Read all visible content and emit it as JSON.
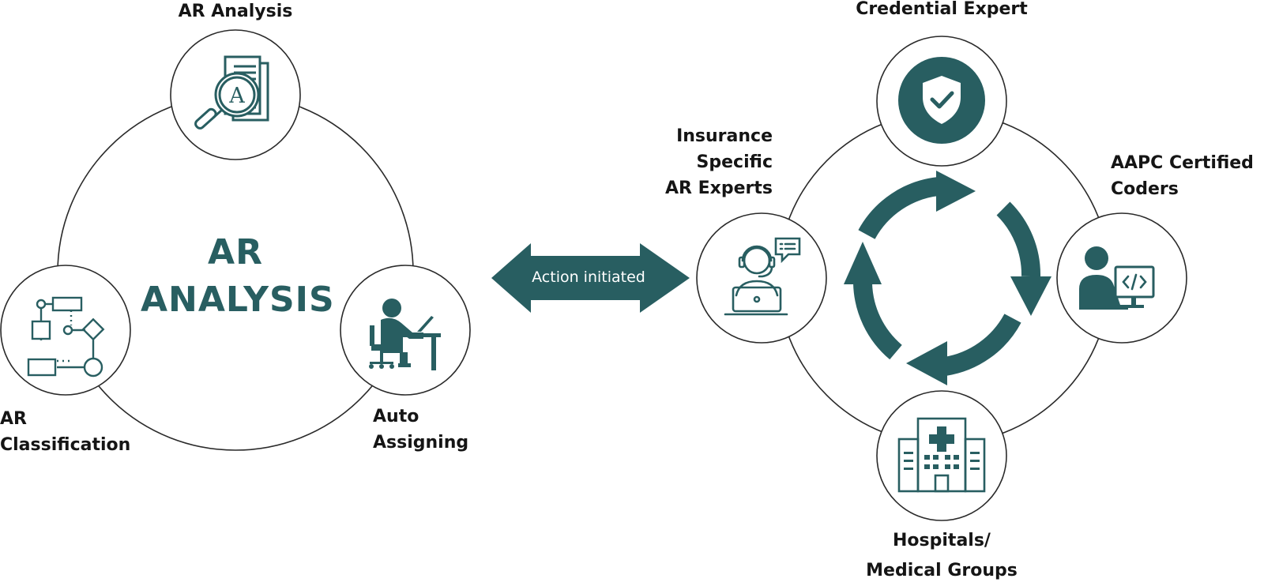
{
  "colors": {
    "accent": "#285e61",
    "stroke": "#2a2a2a"
  },
  "left_cycle": {
    "center_title": [
      "AR",
      "ANALYSIS"
    ],
    "nodes": [
      {
        "label": [
          "AR Analysis"
        ],
        "icon": "document-magnifier-icon"
      },
      {
        "label": [
          "AR",
          "Classification"
        ],
        "icon": "flowchart-icon"
      },
      {
        "label": [
          "Auto",
          "Assigning"
        ],
        "icon": "person-at-desk-icon"
      }
    ]
  },
  "connector": {
    "label": "Action initiated",
    "icon": "double-arrow-icon"
  },
  "right_cycle": {
    "center_icon": "cycle-arrows-icon",
    "nodes": [
      {
        "label": [
          "Credential Expert"
        ],
        "icon": "shield-check-icon"
      },
      {
        "label": [
          "Insurance",
          "Specific",
          "AR Experts"
        ],
        "icon": "headset-agent-icon"
      },
      {
        "label": [
          "AAPC Certified",
          "Coders"
        ],
        "icon": "coder-icon"
      },
      {
        "label": [
          "Hospitals/",
          "Medical Groups"
        ],
        "icon": "hospital-icon"
      }
    ]
  }
}
